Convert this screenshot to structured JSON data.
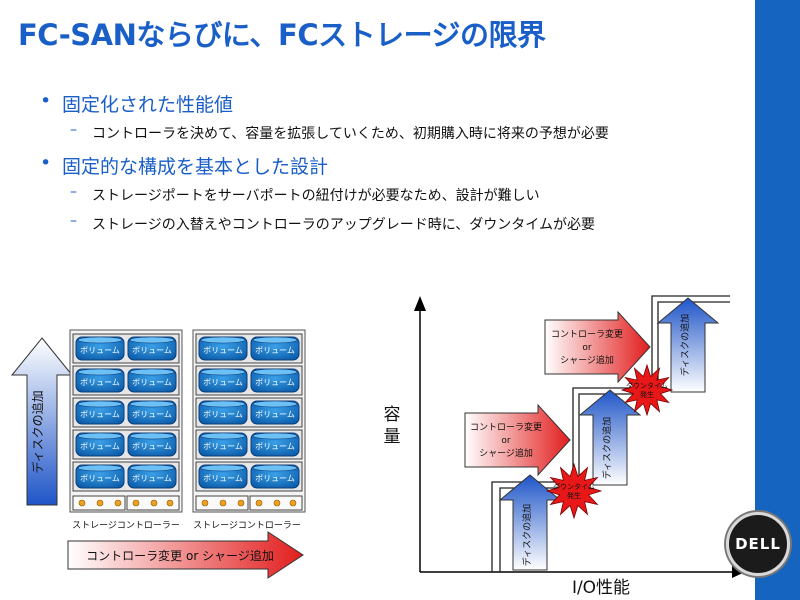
{
  "title": "FC-SANならびに、FCストレージの限界",
  "bullets": [
    {
      "label": "固定化された性能値",
      "subs": [
        "コントローラを決めて、容量を拡張していくため、初期購入時に将来の予想が必要"
      ]
    },
    {
      "label": "固定的な構成を基本とした設計",
      "subs": [
        "ストレージポートをサーバポートの紐付けが必要なため、設計が難しい",
        "ストレージの入替えやコントローラのアップグレード時に、ダウンタイムが必要"
      ]
    }
  ],
  "left_diagram": {
    "vertical_arrow_label": "ディスクの追加",
    "volume_label": "ボリューム",
    "rack_label": "ストレージコントローラー",
    "horizontal_arrow_label": "コントローラ変更 or シャージ追加"
  },
  "right_diagram": {
    "y_axis_label": "容量",
    "x_axis_label": "I/O性能",
    "controller_change_lines": [
      "コントローラ変更",
      "or",
      "シャージ追加"
    ],
    "disk_add_label": "ディスクの追加",
    "downtime_lines": [
      "ダウンタイム",
      "発生"
    ]
  },
  "logo": {
    "text": "DELL"
  },
  "colors": {
    "accent": "#1a5fc8",
    "sidebar": "#1565c0",
    "red": "#e02020"
  }
}
